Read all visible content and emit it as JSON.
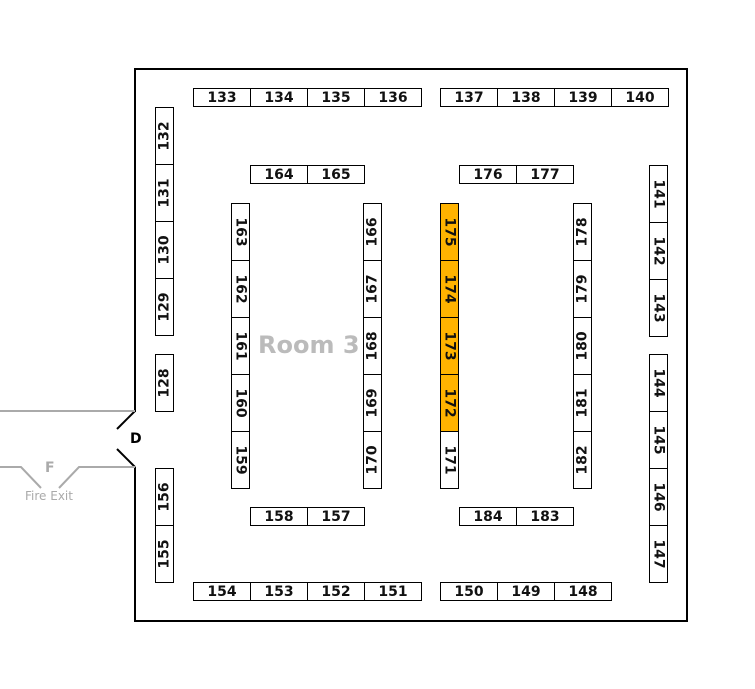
{
  "room_label": "Room 3",
  "door_label": "D",
  "fire_exit": {
    "letter": "F",
    "label": "Fire Exit"
  },
  "highlight_color": "#FFB300",
  "highlighted_booths": [
    "175",
    "174",
    "173",
    "172"
  ],
  "booths": {
    "top_row_left": [
      "133",
      "134",
      "135",
      "136"
    ],
    "top_row_right": [
      "137",
      "138",
      "139",
      "140"
    ],
    "bottom_row_left": [
      "154",
      "153",
      "152",
      "151"
    ],
    "bottom_row_right": [
      "150",
      "149",
      "148"
    ],
    "left_wall_upper": [
      "132",
      "131",
      "130",
      "129"
    ],
    "left_wall_single": [
      "128"
    ],
    "left_wall_lower": [
      "156",
      "155"
    ],
    "right_wall_upper": [
      "141",
      "142",
      "143"
    ],
    "right_wall_lower": [
      "144",
      "145",
      "146",
      "147"
    ],
    "island_a_top": [
      "164",
      "165"
    ],
    "island_a_bottom": [
      "158",
      "157"
    ],
    "island_a_left": [
      "163",
      "162",
      "161",
      "160",
      "159"
    ],
    "island_a_right": [
      "166",
      "167",
      "168",
      "169",
      "170"
    ],
    "island_b_top": [
      "176",
      "177"
    ],
    "island_b_bottom": [
      "184",
      "183"
    ],
    "island_b_left": [
      "175",
      "174",
      "173",
      "172",
      "171"
    ],
    "island_b_right": [
      "178",
      "179",
      "180",
      "181",
      "182"
    ]
  }
}
